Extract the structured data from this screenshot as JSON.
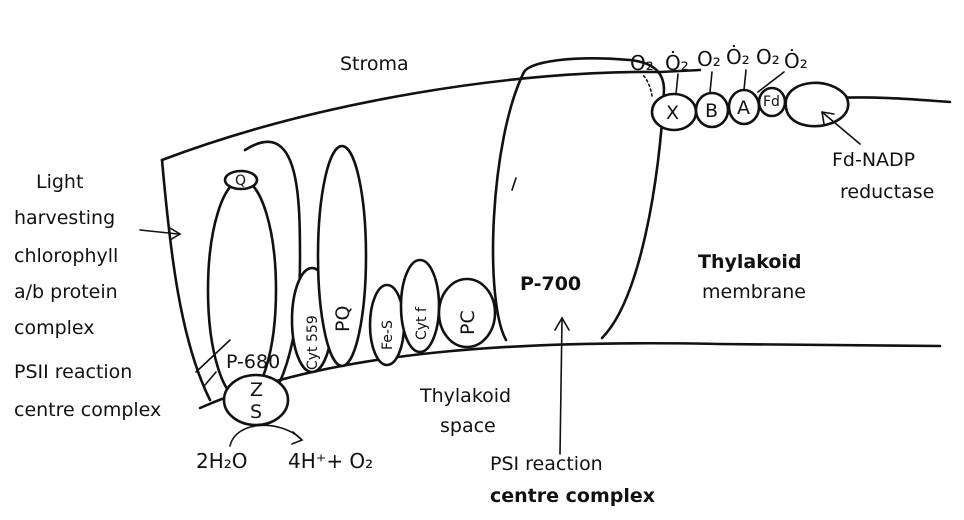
{
  "labels": {
    "stroma": "Stroma",
    "light_harvesting": [
      "Light",
      "harvesting",
      "chlorophyll",
      "a/b protein",
      "complex"
    ],
    "psii": [
      "PSII reaction",
      "centre complex"
    ],
    "p680": "P-680",
    "z": "Z",
    "s": "S",
    "q": "Q",
    "cyt559": "Cyt 559",
    "pq": "PQ",
    "fes": "Fe-S",
    "cytf": "Cyt f",
    "pc": "PC",
    "p700": "P-700",
    "x": "X",
    "b": "B",
    "a": "A",
    "fd": "Fd",
    "fd_nadp": [
      "Fd-NADP",
      "reductase"
    ],
    "thylakoid_membrane": [
      "Thylakoid",
      "membrane"
    ],
    "thylakoid_space": [
      "Thylakoid",
      "space"
    ],
    "psi": [
      "PSI reaction",
      "centre complex"
    ],
    "water": "2H₂O",
    "products": "4H⁺+ O₂",
    "oxygen_series": [
      "O₂",
      "Ȯ₂",
      "O₂",
      "Ȯ₂",
      "O₂",
      "Ȯ₂"
    ]
  }
}
